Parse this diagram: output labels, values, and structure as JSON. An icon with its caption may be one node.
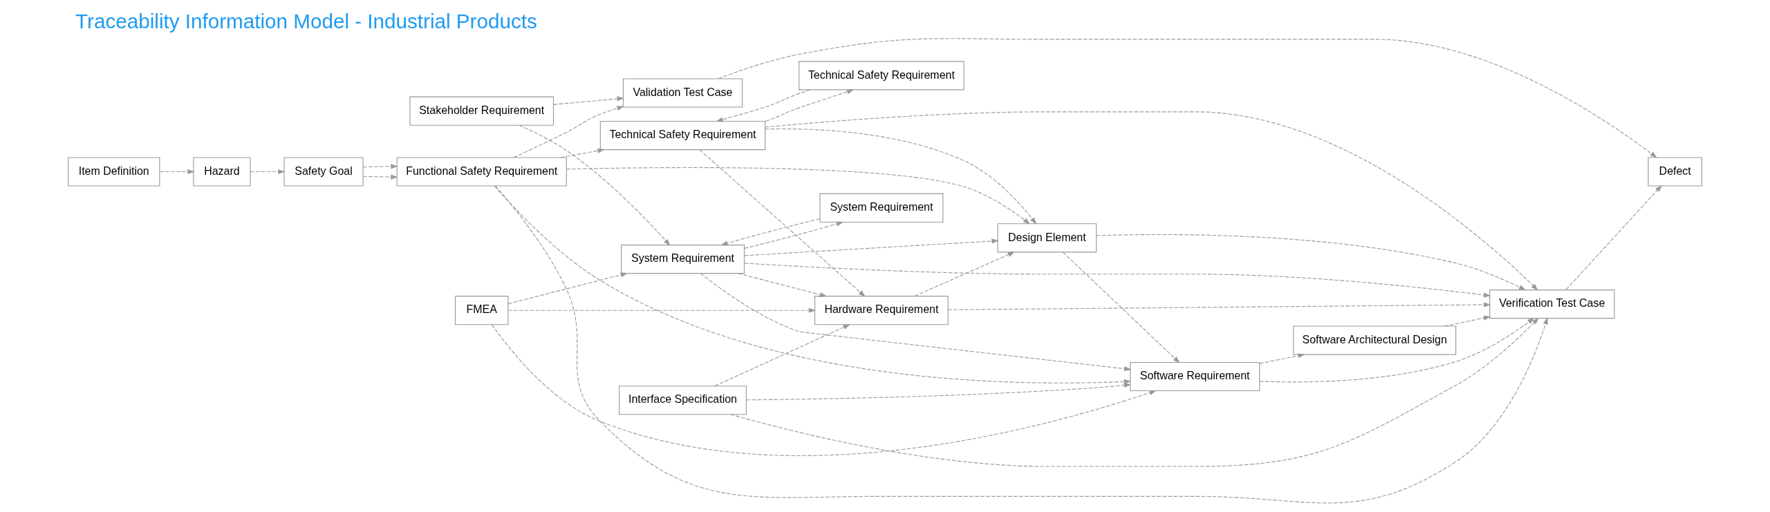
{
  "diagram": {
    "title": "Traceability Information Model - Industrial Products",
    "nodes": [
      {
        "text": [
          "Item Definition"
        ]
      },
      {
        "text": [
          "Hazard"
        ]
      },
      {
        "text": [
          "Safety Goal"
        ]
      },
      {
        "text": [
          "FMEA"
        ]
      },
      {
        "text": [
          "Stakeholder Requirement"
        ]
      },
      {
        "text": [
          "System Requirement"
        ]
      },
      {
        "text": [
          "Validation Test Case"
        ]
      },
      {
        "text": [
          "Functional Safety Requirement"
        ]
      },
      {
        "text": [
          "Interface Specification"
        ]
      },
      {
        "text": [
          "System Requirement"
        ]
      },
      {
        "text": [
          "Hardware Requirement"
        ]
      },
      {
        "text": [
          "Technical Safety Requirement"
        ]
      },
      {
        "text": [
          "Technical Safety Requirement"
        ]
      },
      {
        "text": [
          "Design Element"
        ]
      },
      {
        "text": [
          "Software Requirement"
        ]
      },
      {
        "text": [
          "Software Architectural Design"
        ]
      },
      {
        "text": [
          "Verification Test Case"
        ]
      },
      {
        "text": [
          "Defect"
        ]
      }
    ],
    "edges": [
      {
        "from": 0,
        "to": 1,
        "arrow": "to",
        "style": "dashed"
      },
      {
        "from": 1,
        "to": 2,
        "arrow": "to",
        "style": "dashed"
      },
      {
        "from": 2,
        "to": 7,
        "arrow": "to",
        "style": "dashed"
      },
      {
        "from": 2,
        "to": 7,
        "arrow": "to",
        "style": "dashed"
      },
      {
        "from": 3,
        "to": 5,
        "arrow": "to",
        "style": "dashed"
      },
      {
        "from": 3,
        "to": 14,
        "arrow": "to",
        "style": "dashed"
      },
      {
        "from": 3,
        "to": 10,
        "arrow": "to",
        "style": "dashed"
      },
      {
        "from": 4,
        "to": 5,
        "arrow": "to",
        "style": "dashed"
      },
      {
        "from": 4,
        "to": 6,
        "arrow": "to",
        "style": "dashed"
      },
      {
        "from": 5,
        "to": 9,
        "arrow": "to",
        "style": "dashed"
      },
      {
        "from": 9,
        "to": 5,
        "arrow": "to",
        "style": "dashed"
      },
      {
        "from": 5,
        "to": 14,
        "arrow": "to",
        "style": "dashed"
      },
      {
        "from": 5,
        "to": 16,
        "arrow": "to",
        "style": "dashed"
      },
      {
        "from": 5,
        "to": 13,
        "arrow": "to",
        "style": "dashed"
      },
      {
        "from": 5,
        "to": 10,
        "arrow": "to",
        "style": "dashed"
      },
      {
        "from": 8,
        "to": 14,
        "arrow": "to",
        "style": "dashed"
      },
      {
        "from": 8,
        "to": 10,
        "arrow": "to",
        "style": "dashed"
      },
      {
        "from": 8,
        "to": 16,
        "arrow": "to",
        "style": "dashed"
      },
      {
        "from": 10,
        "to": 13,
        "arrow": "to",
        "style": "dashed"
      },
      {
        "from": 10,
        "to": 16,
        "arrow": "to",
        "style": "dashed"
      },
      {
        "from": 7,
        "to": 6,
        "arrow": "to",
        "style": "dashed"
      },
      {
        "from": 7,
        "to": 11,
        "arrow": "to",
        "style": "dashed"
      },
      {
        "from": 7,
        "to": 13,
        "arrow": "to",
        "style": "dashed"
      },
      {
        "from": 7,
        "to": 14,
        "arrow": "to",
        "style": "dashed"
      },
      {
        "from": 7,
        "to": 16,
        "arrow": "to",
        "style": "dashed"
      },
      {
        "from": 11,
        "to": 10,
        "arrow": "to",
        "style": "dashed"
      },
      {
        "from": 11,
        "to": 13,
        "arrow": "to",
        "style": "dashed"
      },
      {
        "from": 11,
        "to": 16,
        "arrow": "to",
        "style": "dashed"
      },
      {
        "from": 11,
        "to": 12,
        "arrow": "to",
        "style": "dashed"
      },
      {
        "from": 12,
        "to": 11,
        "arrow": "to",
        "style": "dashed"
      },
      {
        "from": 13,
        "to": 14,
        "arrow": "to",
        "style": "dashed"
      },
      {
        "from": 13,
        "to": 16,
        "arrow": "to",
        "style": "dashed"
      },
      {
        "from": 14,
        "to": 15,
        "arrow": "to",
        "style": "dashed"
      },
      {
        "from": 14,
        "to": 16,
        "arrow": "to",
        "style": "dashed"
      },
      {
        "from": 15,
        "to": 16,
        "arrow": "to",
        "style": "dashed"
      },
      {
        "from": 6,
        "to": 17,
        "arrow": "to",
        "style": "dashed"
      },
      {
        "from": 16,
        "to": 17,
        "arrow": "to",
        "style": "dashed"
      }
    ]
  }
}
